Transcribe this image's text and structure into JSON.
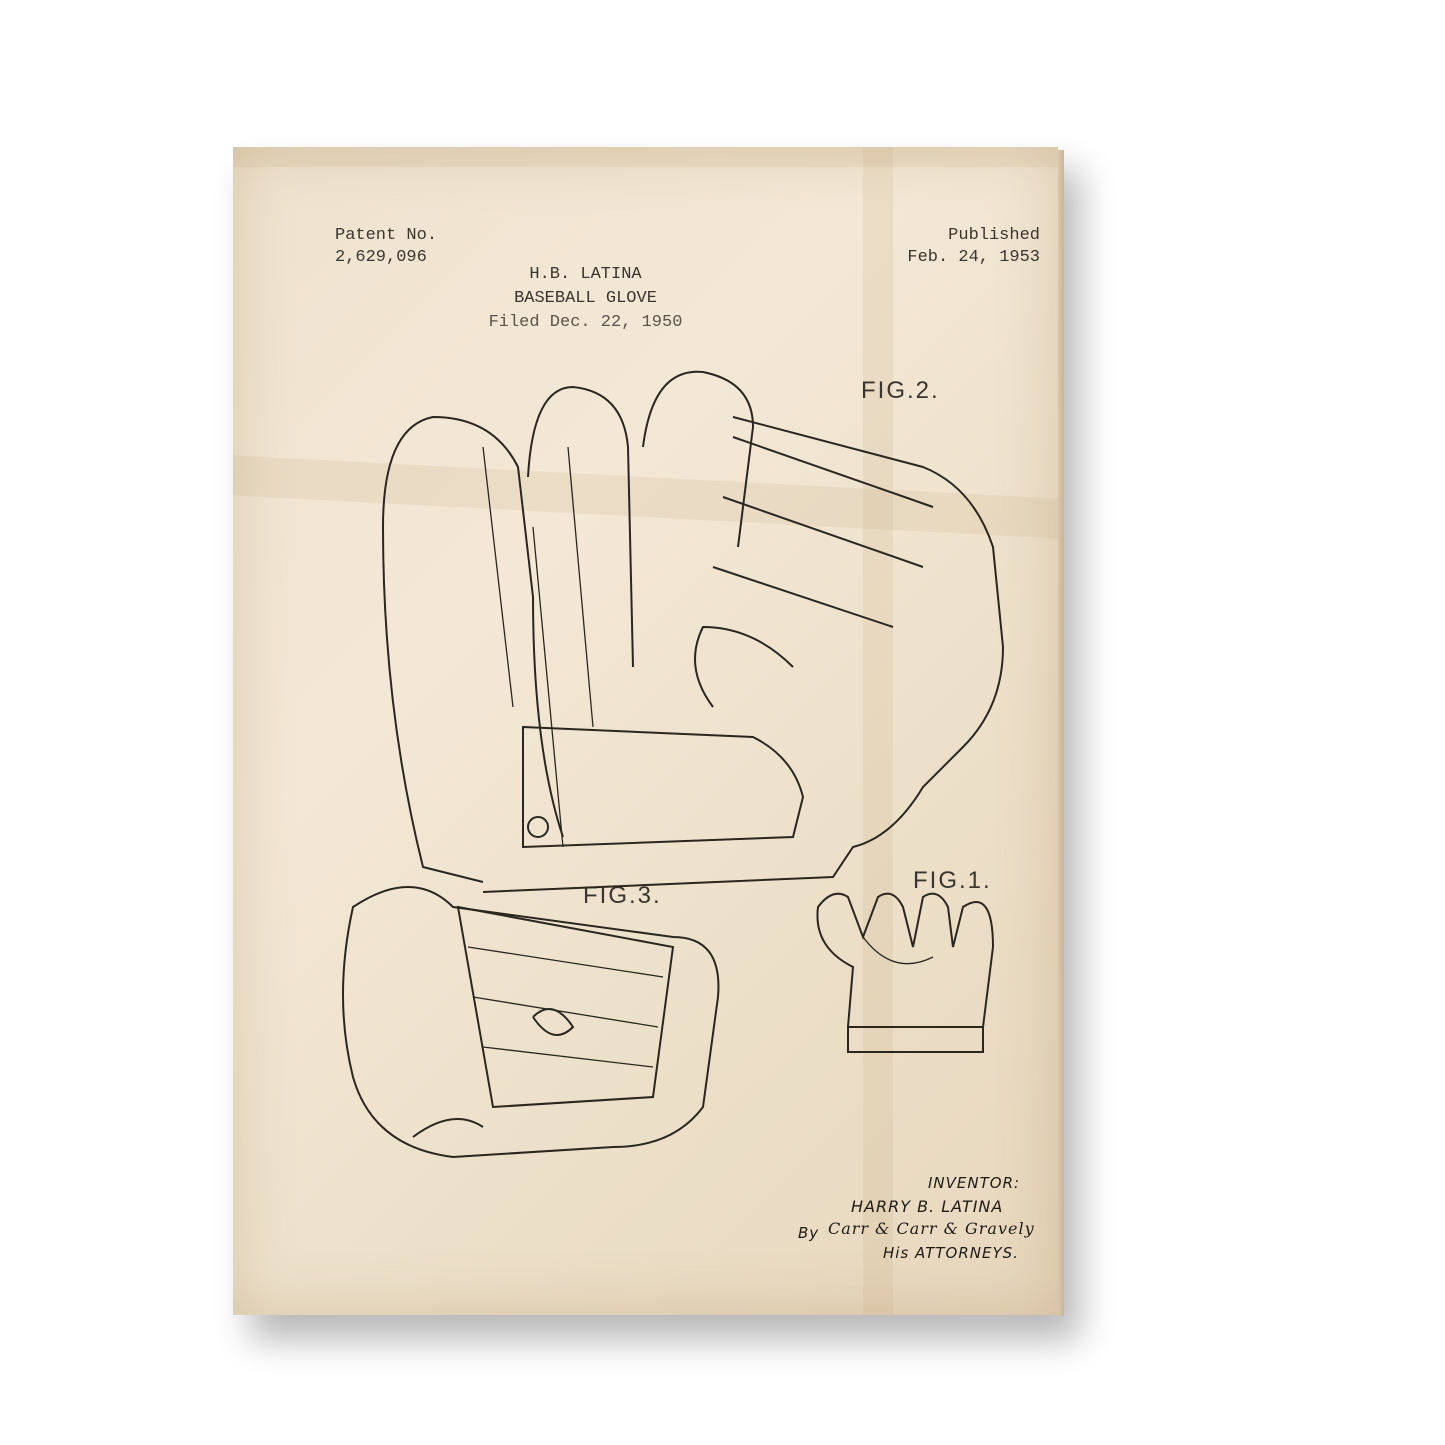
{
  "header": {
    "patent_label": "Patent No.",
    "patent_number": "2,629,096",
    "published_label": "Published",
    "published_date": "Feb. 24, 1953",
    "inventor_short": "H.B. LATINA",
    "title": "BASEBALL GLOVE",
    "filed": "Filed Dec. 22, 1950"
  },
  "figures": {
    "fig1": "FIG.1.",
    "fig2": "FIG.2.",
    "fig3": "FIG.3."
  },
  "signature": {
    "inventor_label": "INVENTOR:",
    "inventor_name": "HARRY B. LATINA",
    "by": "By",
    "attorneys_signature": "Carr & Carr & Gravely",
    "attorneys_label": "His ATTORNEYS."
  },
  "colors": {
    "paper": "#efe3cf",
    "ink": "#3a352e"
  }
}
